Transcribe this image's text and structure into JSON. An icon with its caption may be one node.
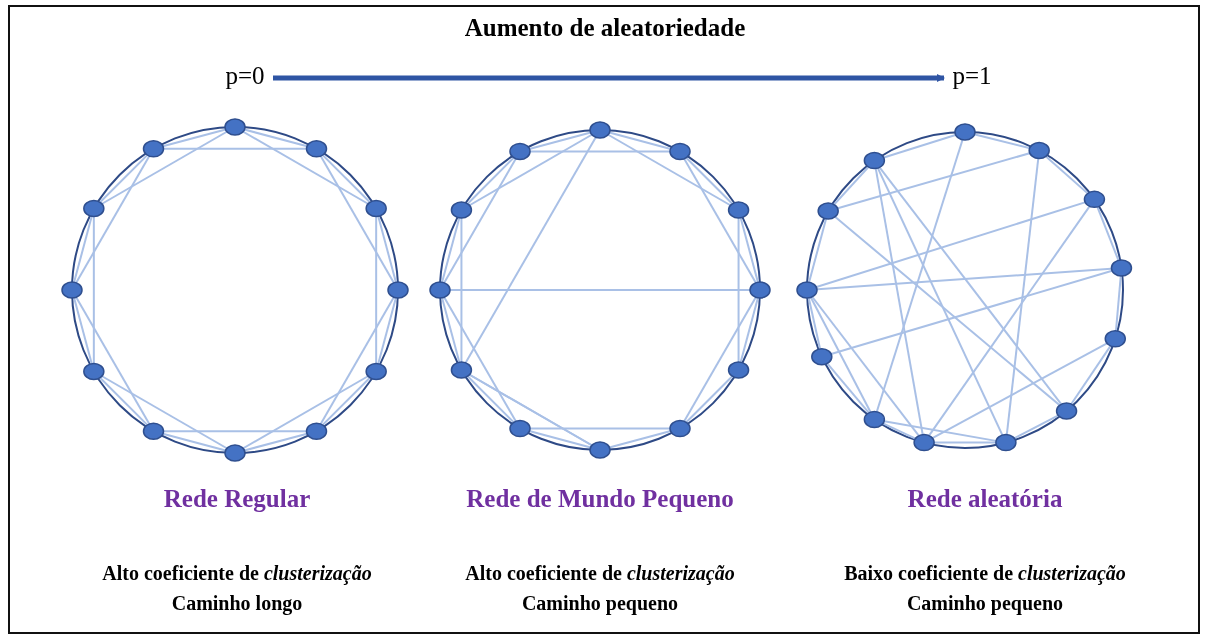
{
  "diagram": {
    "title": "Aumento de aleatoriedade",
    "nodes": [
      {
        "text": [
          "p=0"
        ]
      },
      {
        "text": [
          "p=1"
        ]
      }
    ],
    "edges": [
      {
        "from": 0,
        "to": 1,
        "arrow": "to"
      }
    ],
    "labels": [
      "Rede Regular",
      "Rede de Mundo Pequeno",
      "Rede aleatória",
      "Alto coeficiente de *clusterização*",
      "Alto coeficiente de *clusterização*",
      "Baixo coeficiente de *clusterização*",
      "Caminho longo",
      "Caminho pequeno",
      "Caminho pequeno"
    ]
  }
}
